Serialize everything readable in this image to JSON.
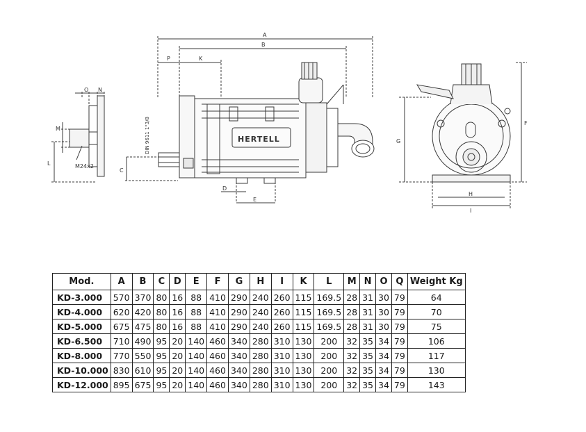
{
  "drawing": {
    "brand_label": "HERTELL",
    "din_label": "DIN 9611 1\"3/8",
    "thread_label": "M24x2",
    "dimension_letters": {
      "A": "A",
      "B": "B",
      "C": "C",
      "D": "D",
      "E": "E",
      "F": "F",
      "G": "G",
      "H": "H",
      "I": "I",
      "K": "K",
      "L": "L",
      "M": "M",
      "N": "N",
      "O": "O",
      "P": "P"
    }
  },
  "table": {
    "headers": [
      "Mod.",
      "A",
      "B",
      "C",
      "D",
      "E",
      "F",
      "G",
      "H",
      "I",
      "K",
      "L",
      "M",
      "N",
      "O",
      "Q",
      "Weight Kg"
    ],
    "rows": [
      [
        "KD-3.000",
        "570",
        "370",
        "80",
        "16",
        "88",
        "410",
        "290",
        "240",
        "260",
        "115",
        "169.5",
        "28",
        "31",
        "30",
        "79",
        "64"
      ],
      [
        "KD-4.000",
        "620",
        "420",
        "80",
        "16",
        "88",
        "410",
        "290",
        "240",
        "260",
        "115",
        "169.5",
        "28",
        "31",
        "30",
        "79",
        "70"
      ],
      [
        "KD-5.000",
        "675",
        "475",
        "80",
        "16",
        "88",
        "410",
        "290",
        "240",
        "260",
        "115",
        "169.5",
        "28",
        "31",
        "30",
        "79",
        "75"
      ],
      [
        "KD-6.500",
        "710",
        "490",
        "95",
        "20",
        "140",
        "460",
        "340",
        "280",
        "310",
        "130",
        "200",
        "32",
        "35",
        "34",
        "79",
        "106"
      ],
      [
        "KD-8.000",
        "770",
        "550",
        "95",
        "20",
        "140",
        "460",
        "340",
        "280",
        "310",
        "130",
        "200",
        "32",
        "35",
        "34",
        "79",
        "117"
      ],
      [
        "KD-10.000",
        "830",
        "610",
        "95",
        "20",
        "140",
        "460",
        "340",
        "280",
        "310",
        "130",
        "200",
        "32",
        "35",
        "34",
        "79",
        "130"
      ],
      [
        "KD-12.000",
        "895",
        "675",
        "95",
        "20",
        "140",
        "460",
        "340",
        "280",
        "310",
        "130",
        "200",
        "32",
        "35",
        "34",
        "79",
        "143"
      ]
    ]
  }
}
